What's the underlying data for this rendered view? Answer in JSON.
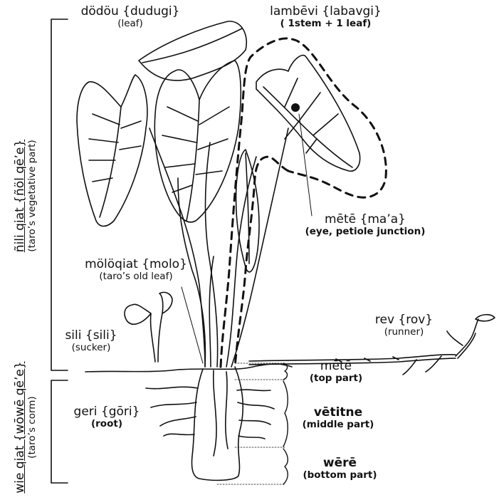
{
  "diagram": {
    "labels": {
      "leaf": {
        "term": "dödöu {dudugi}",
        "gloss": "(leaf)"
      },
      "stem_leaf": {
        "term": "lambēvi {labavgi}",
        "gloss": "( 1stem + 1 leaf)"
      },
      "eye": {
        "term": "mētē {ma’a}",
        "gloss": "(eye, petiole junction)"
      },
      "old_leaf": {
        "term": "mölöqiat {molo}",
        "gloss": "(taro’s old leaf)"
      },
      "sucker": {
        "term": "sili {sili}",
        "gloss": "(sucker)"
      },
      "runner": {
        "term": "rev {rov}",
        "gloss": "(runner)"
      },
      "root": {
        "term": "geri {gōri}",
        "gloss": "(root)"
      },
      "top_part": {
        "term": "mētē",
        "gloss": "(top part)"
      },
      "middle_part": {
        "term": "vētitne",
        "gloss": "(middle part)"
      },
      "bottom_part": {
        "term": "wērē",
        "gloss": "(bottom part)"
      }
    },
    "side_labels": {
      "vegetative": {
        "term": "ñili qiat {ñöl qē’e}",
        "gloss": "(taro’s vegetative part)"
      },
      "corm": {
        "term": "wie qiat {wōwē qē’e}",
        "gloss": "(taro’s corm)"
      }
    },
    "colors": {
      "ink": "#111111",
      "background": "#ffffff"
    }
  }
}
